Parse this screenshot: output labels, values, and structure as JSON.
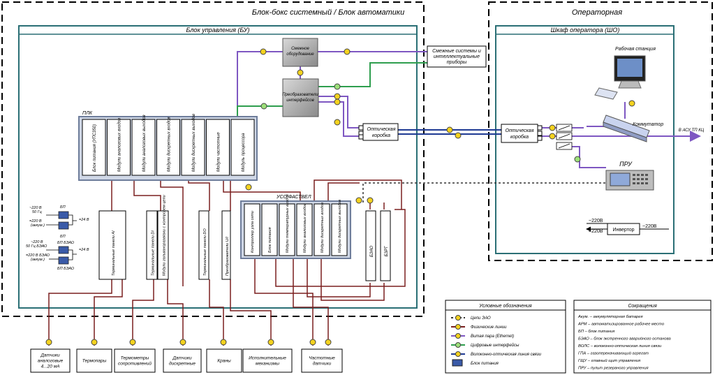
{
  "titles": {
    "system_block": "Блок-бокс системный / Блок автоматики",
    "operator_room": "Операторная",
    "control_unit": "Блок управления (БУ)",
    "operator_cabinet": "Шкаф оператора (ШО)"
  },
  "blocks": {
    "adjacent_equipment": [
      "Смежное",
      "оборудование"
    ],
    "interface_converters": [
      "Преобразователи",
      "интерфейсов"
    ],
    "adjacent_systems": [
      "Смежные системы и",
      "интеллектуальные",
      "приборы"
    ],
    "optical_box_left": [
      "Оптическая",
      "коробка"
    ],
    "optical_box_right": [
      "Оптическая",
      "коробка"
    ],
    "workstation": "Рабочая станция",
    "switch": "Коммутатор",
    "pru": "ПРУ",
    "inverter": "Инвертор",
    "asu": "В АСУ ТП КЦ"
  },
  "plc": {
    "label": "ПЛК",
    "modules": [
      "Блок питания (УПС350)",
      "Модули аналоговых входов",
      "Модули аналоговых выходов",
      "Модули дискретных входов",
      "Модули дискретных выходов",
      "Модули частотные",
      "Модуль процессора"
    ]
  },
  "uso": {
    "label": "УСО ФАСТВЕЛ",
    "modules": [
      "Контроллер узла сети",
      "Блок питания",
      "Модули температурных входов",
      "Модули аналоговых входов",
      "Модули дискретных входов",
      "Модули дискретных выходов"
    ]
  },
  "terminal_panels": [
    "Терминальные панели AI",
    "Терминальные панели DI",
    "Модули гальваноразвязки с контролем цепи",
    "Терминальные панели DO",
    "Преобразователи U/I"
  ],
  "bzao": "БЭАО",
  "bzrt": "БЗРТ",
  "power": {
    "top_in1": "~220 В",
    "top_in1b": "50 Гц",
    "top_in2": "=220 В",
    "top_in2b": "(аккум.)",
    "bp": "БП",
    "bp_bottom": "БП",
    "out": "=24 В",
    "mid_in1": "~220 В",
    "mid_in1b": "50 Гц БЭАО",
    "mid_in2": "=220 В БЭАО",
    "mid_in2b": "(аккум.)",
    "bp_bzao": "БП БЭАО",
    "bp_bzao_bottom": "БП БЭАО",
    "out2": "=24 В"
  },
  "inverter_block": {
    "in1": "~220В",
    "in2": "=220В",
    "out": "~220В",
    "top": "~220В"
  },
  "field_devices": [
    "Датчики аналоговые 4...20 мА",
    "Термопары",
    "Термометры сопротивлений",
    "Датчики дискретные",
    "Краны",
    "Исполнительные механизмы",
    "Частотные датчики"
  ],
  "legend": {
    "title": "Условные обозначения",
    "items": [
      "Цепи ЭАО",
      "Физические линии",
      "Витая пара (Ethernet)",
      "Цифровые интерфейсы",
      "Волоконно-оптическая линия связи",
      "Блок питания"
    ]
  },
  "abbreviations": {
    "title": "Сокращения",
    "items": [
      "Акум. – аккумуляторная батарея",
      "АРМ – автоматизированное рабочее место",
      "БП – блок питания",
      "БЭАО – блок экстренного аварийного останова",
      "ВОЛС – волоконно-оптическая линия связи",
      "ГПА – газоперекачивающий агрегат",
      "ГЩУ – главный щит управления",
      "ПРУ – пульт резервного управления"
    ]
  },
  "colors": {
    "physical": "#7a1f1f",
    "ethernet": "#7e57c2",
    "digital": "#2e9e4e",
    "fiber": "#1f3a93",
    "eao": "#333333",
    "frame": "#2a6f75"
  }
}
